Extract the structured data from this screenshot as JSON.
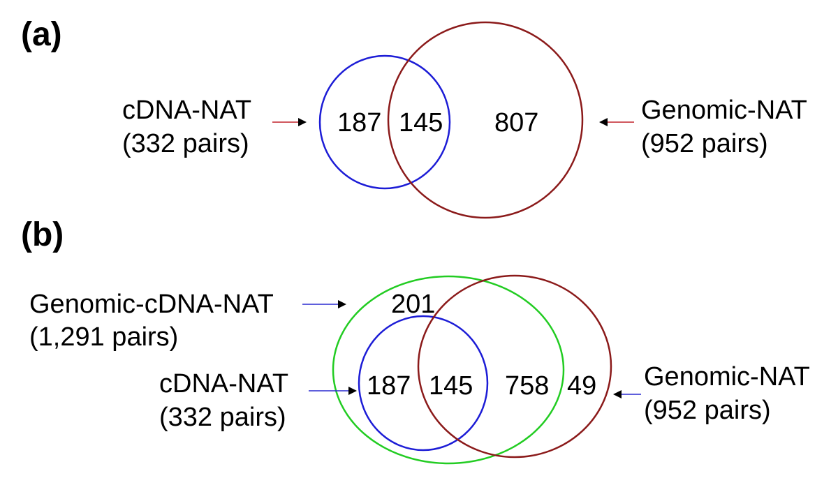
{
  "panel_a": {
    "label": "(a)",
    "left_set": {
      "name": "cDNA-NAT",
      "count": "(332 pairs)"
    },
    "right_set": {
      "name": "Genomic-NAT",
      "count": "(952 pairs)"
    },
    "regions": {
      "left_only": "187",
      "overlap": "145",
      "right_only": "807"
    },
    "colors": {
      "left_circle": "#1c1cd6",
      "right_circle": "#8b1a1a",
      "left_arrow_line": "#c0202a",
      "right_arrow_line": "#c0202a"
    }
  },
  "panel_b": {
    "label": "(b)",
    "outer_set": {
      "name": "Genomic-cDNA-NAT",
      "count": "(1,291 pairs)"
    },
    "left_set": {
      "name": "cDNA-NAT",
      "count": "(332 pairs)"
    },
    "right_set": {
      "name": "Genomic-NAT",
      "count": "(952 pairs)"
    },
    "regions": {
      "outer_only": "201",
      "left_only": "187",
      "overlap": "145",
      "right_inside_outer": "758",
      "right_outside_outer": "49"
    },
    "colors": {
      "outer_circle": "#22cc22",
      "left_circle": "#1c1cd6",
      "right_circle": "#8b1a1a",
      "arrow_line": "#2a2ad0"
    }
  }
}
